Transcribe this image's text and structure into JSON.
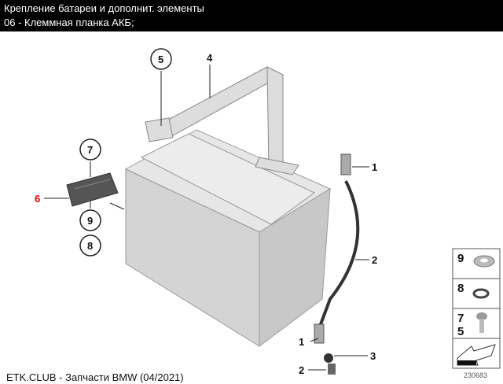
{
  "header": {
    "title": "Крепление батареи и дополнит. элементы",
    "subtitle": "06 - Клеммная планка АКБ;"
  },
  "callouts": {
    "c1a": "1",
    "c1b": "1",
    "c2a": "2",
    "c2b": "2",
    "c3": "3",
    "c4": "4",
    "c5": "5",
    "c6": "6",
    "c7": "7",
    "c8": "8",
    "c9": "9"
  },
  "legend": {
    "l9": "9",
    "l8": "8",
    "l7": "7",
    "l5": "5"
  },
  "footer": "ETK.CLUB - Запчасти BMW (04/2021)",
  "image_code": "230683",
  "colors": {
    "highlight": "#e00000"
  }
}
